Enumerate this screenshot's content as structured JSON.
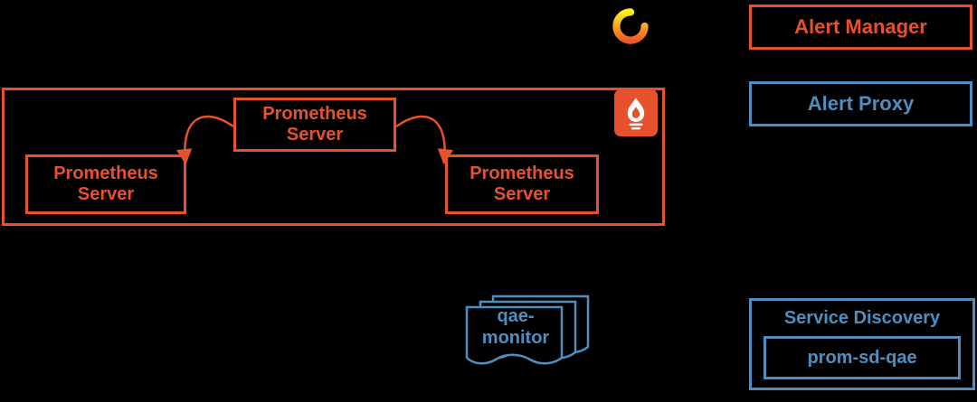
{
  "colors": {
    "background": "#000000",
    "prometheus_orange": "#E6522C",
    "diagram_blue": "#4E8FC0",
    "grafana_orange_gradient": [
      "#FCEE1F",
      "#F15B2A"
    ]
  },
  "cluster": {
    "top_server_label": "Prometheus Server",
    "left_server_label": "Prometheus Server",
    "right_server_label": "Prometheus Server"
  },
  "nodes": {
    "alert_manager": {
      "label": "Alert Manager"
    },
    "alert_proxy": {
      "label": "Alert Proxy"
    },
    "qae_monitor": {
      "label": "qae-monitor"
    },
    "service_discovery": {
      "title": "Service Discovery",
      "inner_label": "prom-sd-qae"
    }
  },
  "icons": [
    {
      "name": "grafana-icon",
      "glyph": "orange-swirl-on-black"
    },
    {
      "name": "prometheus-icon",
      "glyph": "white-flame-on-orange-square"
    }
  ]
}
